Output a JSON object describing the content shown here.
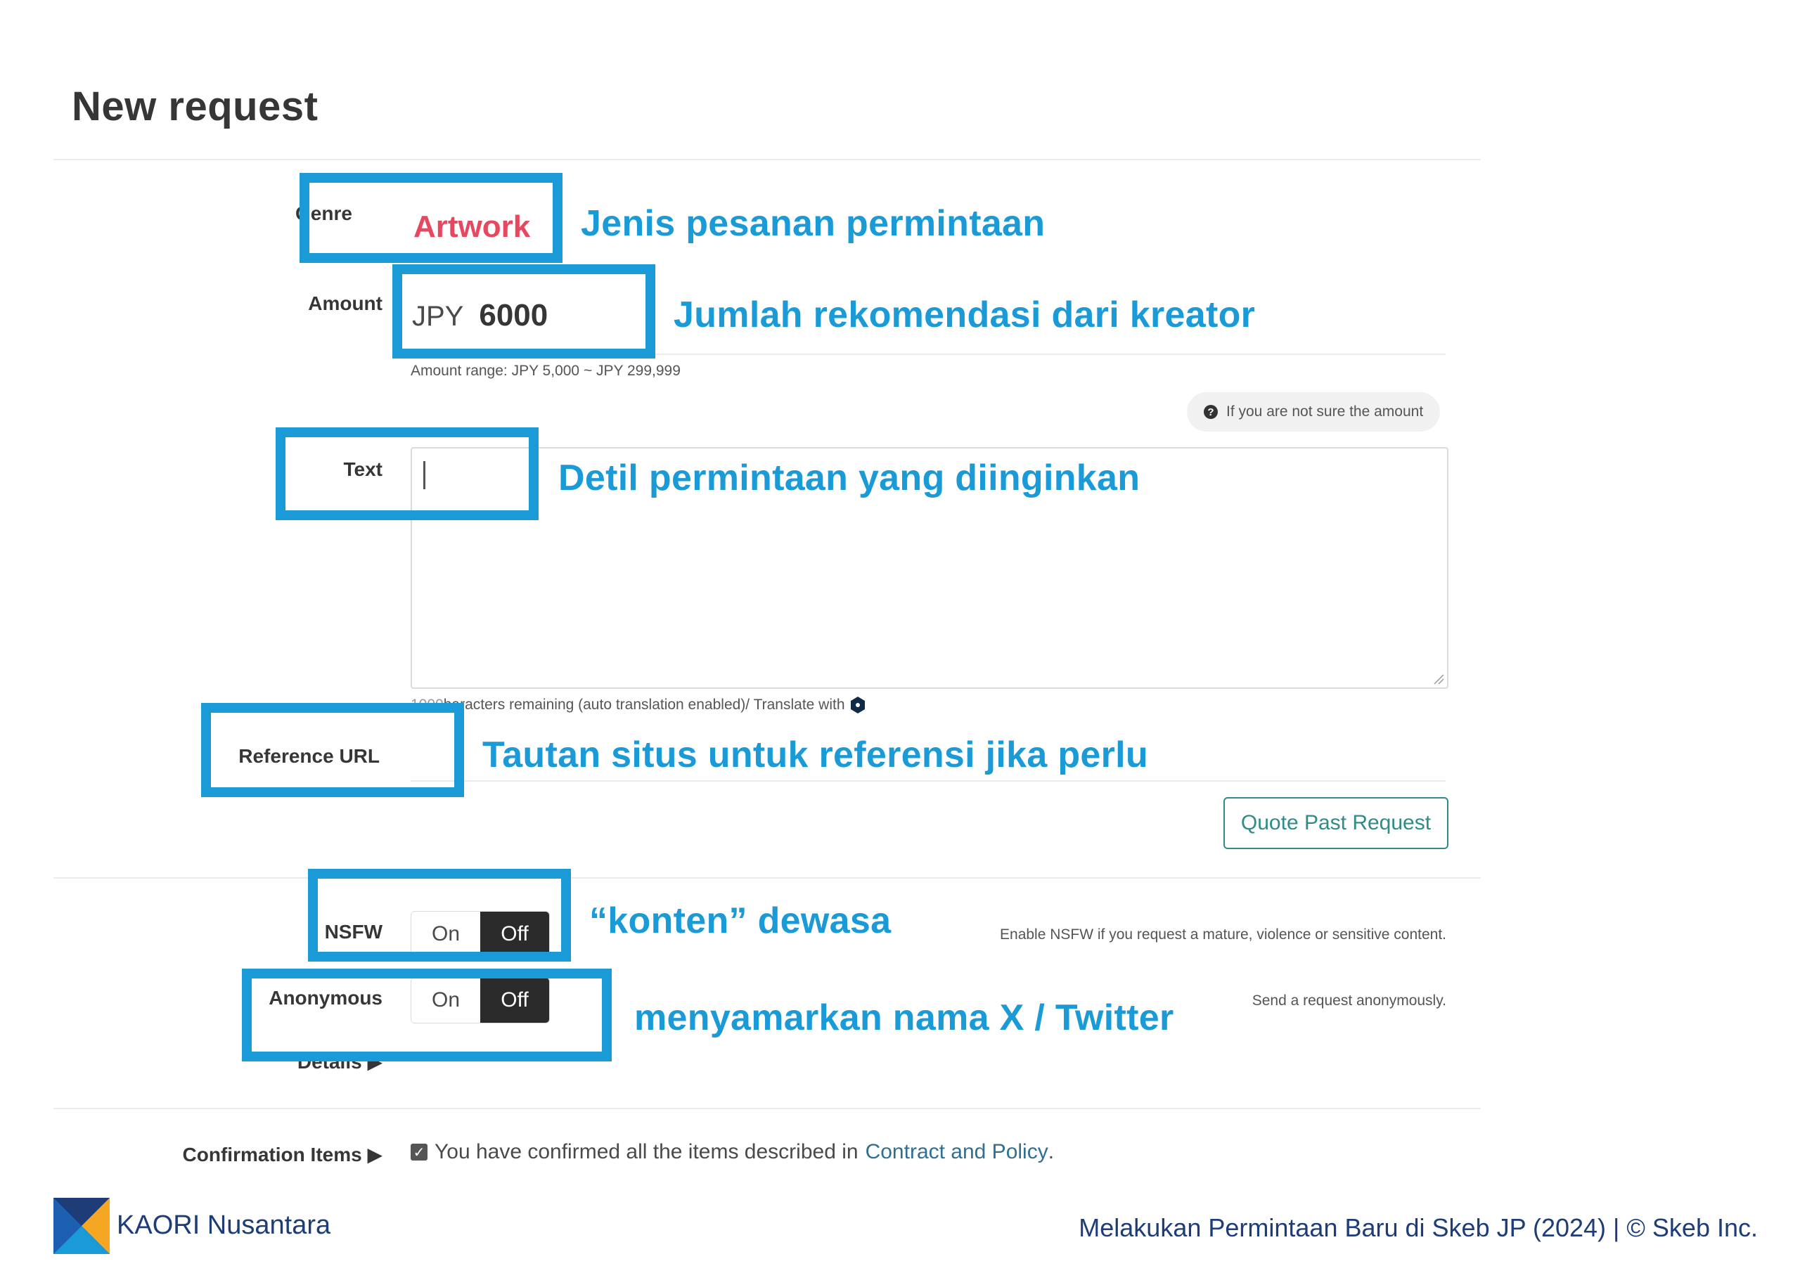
{
  "page": {
    "title": "New request"
  },
  "form": {
    "genre": {
      "label": "Genre",
      "value": "Artwork"
    },
    "amount": {
      "label": "Amount",
      "currency": "JPY",
      "value": "6000",
      "range_text": "Amount range: JPY 5,000 ~ JPY 299,999",
      "help_text": "If you are not sure the amount"
    },
    "text": {
      "label": "Text",
      "value": "",
      "remaining_prefix": "1000",
      "remaining_text": "haracters remaining (auto translation enabled)/ Translate with"
    },
    "reference_url": {
      "label": "Reference URL",
      "value": ""
    },
    "quote_past_request": {
      "label": "Quote Past Request"
    },
    "nsfw": {
      "label": "NSFW",
      "on_label": "On",
      "off_label": "Off",
      "selected": "Off",
      "hint": "Enable NSFW if you request a mature, violence or sensitive content."
    },
    "anonymous": {
      "label": "Anonymous",
      "on_label": "On",
      "off_label": "Off",
      "selected": "Off",
      "hint": "Send a request anonymously."
    },
    "details": {
      "label": "Details ▶"
    },
    "confirmation": {
      "label": "Confirmation Items ▶",
      "checked": true,
      "text": "You have confirmed all the items described in",
      "link_text": "Contract and Policy",
      "suffix": "."
    }
  },
  "annotations": {
    "genre": "Jenis pesanan permintaan",
    "amount": "Jumlah rekomendasi dari kreator",
    "text": "Detil permintaan yang diinginkan",
    "reference_url": "Tautan situs untuk referensi jika perlu",
    "nsfw": "“konten” dewasa",
    "anonymous": "menyamarkan nama X / Twitter"
  },
  "footer": {
    "brand": "KAORI Nusantara",
    "credit": "Melakukan Permintaan Baru di Skeb JP (2024) | © Skeb Inc."
  },
  "colors": {
    "highlight": "#1a9ad6",
    "genre_value": "#e8485f",
    "quote_button": "#2f8c86",
    "footer_text": "#1d3c78"
  },
  "icons": [
    "question-circle-icon",
    "translate-logo-icon",
    "checkbox-checked-icon",
    "kaori-logo-icon",
    "resize-grip-icon"
  ]
}
